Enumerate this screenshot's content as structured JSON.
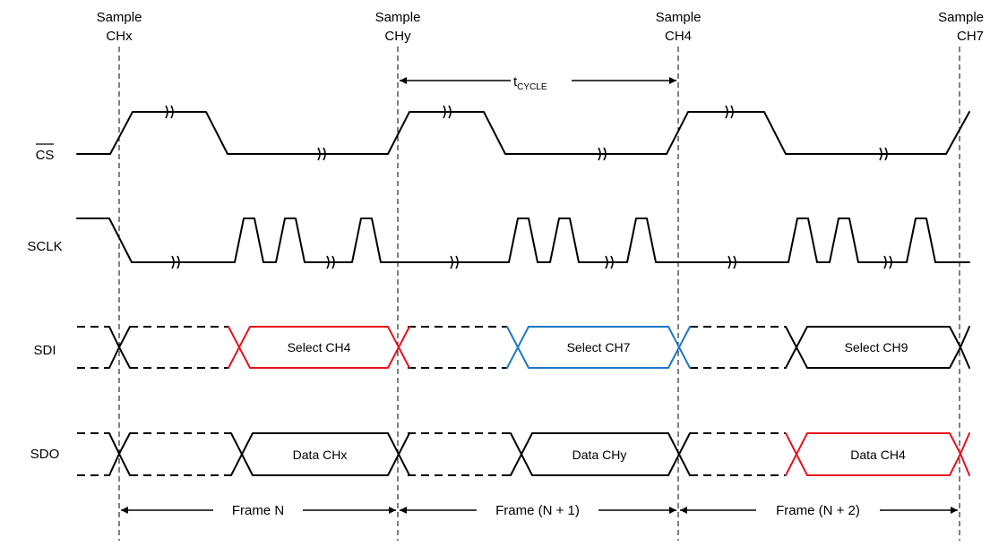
{
  "sample_labels": [
    {
      "line1": "Sample",
      "line2": "CHx"
    },
    {
      "line1": "Sample",
      "line2": "CHy"
    },
    {
      "line1": "Sample",
      "line2": "CH4"
    },
    {
      "line1": "Sample",
      "line2": "CH7"
    }
  ],
  "signals": {
    "cs": "CS",
    "sclk": "SCLK",
    "sdi": "SDI",
    "sdo": "SDO"
  },
  "tcycle": {
    "base": "t",
    "sub": "CYCLE"
  },
  "sdi_buses": [
    {
      "label": "Select CH4",
      "color": "#e8121c"
    },
    {
      "label": "Select CH7",
      "color": "#1e78c8"
    },
    {
      "label": "Select CH9",
      "color": "#000000"
    }
  ],
  "sdo_buses": [
    {
      "label": "Data CHx",
      "color": "#000000"
    },
    {
      "label": "Data CHy",
      "color": "#000000"
    },
    {
      "label": "Data CH4",
      "color": "#e8121c"
    }
  ],
  "frames": [
    "Frame N",
    "Frame (N + 1)",
    "Frame (N + 2)"
  ],
  "colors": {
    "line": "#000000",
    "red": "#e8121c",
    "blue": "#1e78c8"
  }
}
